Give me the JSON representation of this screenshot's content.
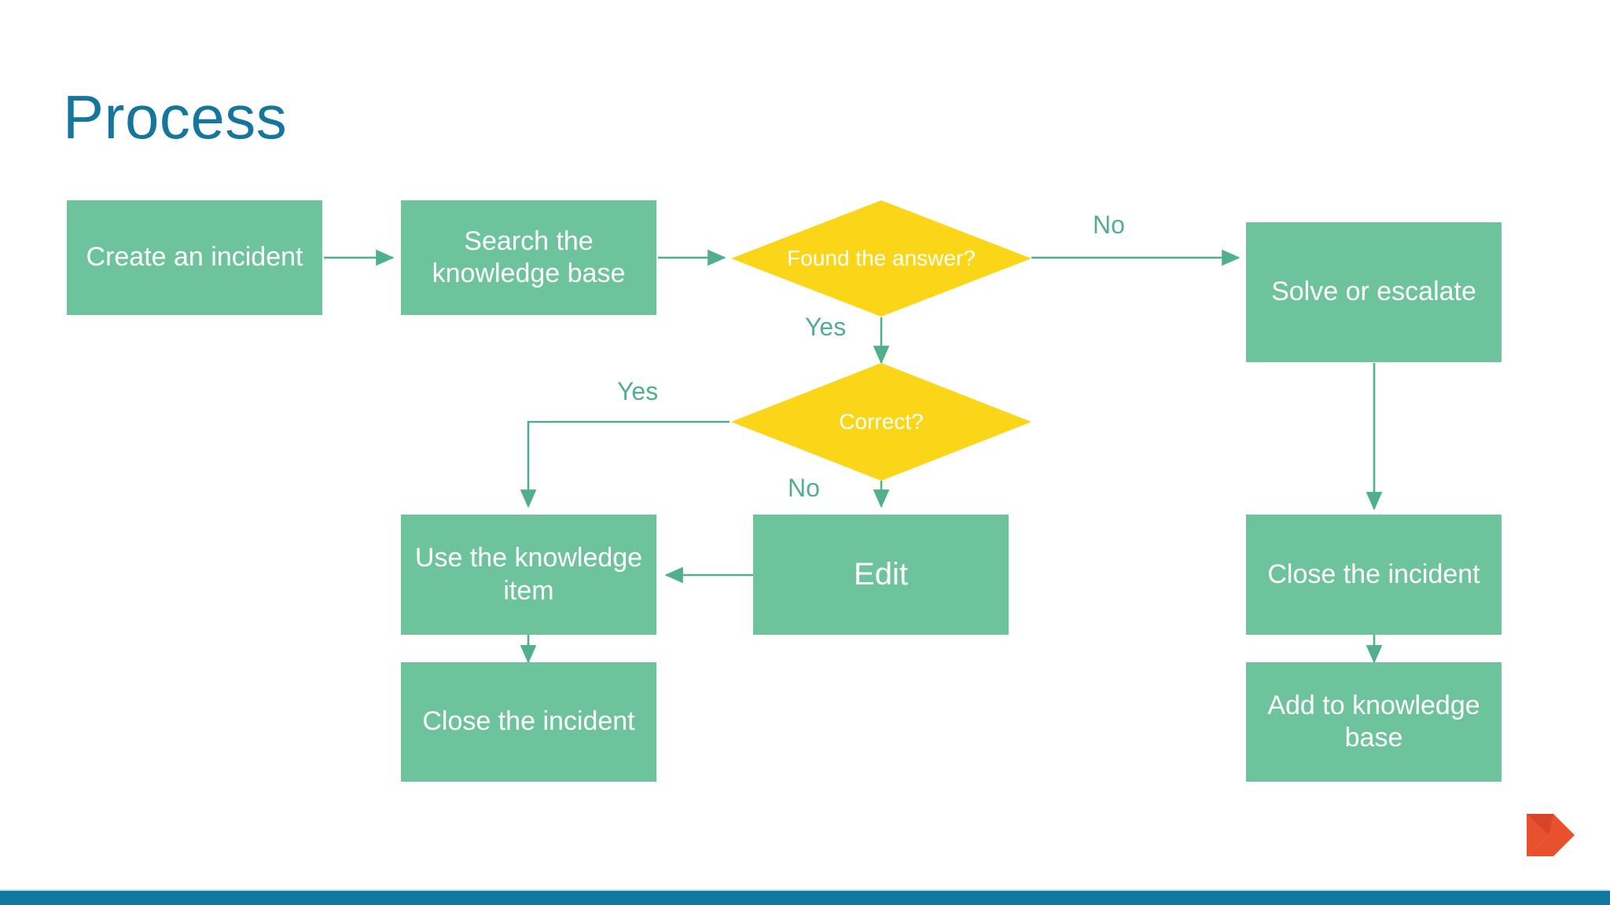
{
  "slide": {
    "title": "Process",
    "title_color": "#15769D",
    "background": "#ffffff"
  },
  "theme": {
    "process_fill": "#6DC49C",
    "decision_fill": "#FBD618",
    "node_text": "#ffffff",
    "connector": "#4FB08B",
    "edge_label": "#4FB08B",
    "footer_bar": "#10779F",
    "footer_hairline": "#BFE3EE",
    "logo": "#E8502E"
  },
  "flowchart": {
    "type": "flowchart",
    "nodes": [
      {
        "id": "create",
        "shape": "process",
        "label": "Create an incident"
      },
      {
        "id": "search",
        "shape": "process",
        "label": "Search the knowledge base"
      },
      {
        "id": "found",
        "shape": "decision",
        "label": "Found the answer?"
      },
      {
        "id": "solve",
        "shape": "process",
        "label": "Solve or escalate"
      },
      {
        "id": "correct",
        "shape": "decision",
        "label": "Correct?"
      },
      {
        "id": "use",
        "shape": "process",
        "label": "Use the knowledge item"
      },
      {
        "id": "edit",
        "shape": "process",
        "label": "Edit"
      },
      {
        "id": "closer",
        "shape": "process",
        "label": "Close the incident"
      },
      {
        "id": "closel",
        "shape": "process",
        "label": "Close the incident"
      },
      {
        "id": "addkb",
        "shape": "process",
        "label": "Add to knowledge base"
      }
    ],
    "edges": [
      {
        "from": "create",
        "to": "search",
        "label": ""
      },
      {
        "from": "search",
        "to": "found",
        "label": ""
      },
      {
        "from": "found",
        "to": "solve",
        "label": "No"
      },
      {
        "from": "found",
        "to": "correct",
        "label": "Yes"
      },
      {
        "from": "correct",
        "to": "use",
        "label": "Yes"
      },
      {
        "from": "correct",
        "to": "edit",
        "label": "No"
      },
      {
        "from": "edit",
        "to": "use",
        "label": ""
      },
      {
        "from": "use",
        "to": "closel",
        "label": ""
      },
      {
        "from": "solve",
        "to": "closer",
        "label": ""
      },
      {
        "from": "closer",
        "to": "addkb",
        "label": ""
      }
    ],
    "edge_labels": {
      "found_no": "No",
      "found_yes": "Yes",
      "correct_yes": "Yes",
      "correct_no": "No"
    }
  },
  "footer": {
    "logo_name": "chevron-logo"
  }
}
